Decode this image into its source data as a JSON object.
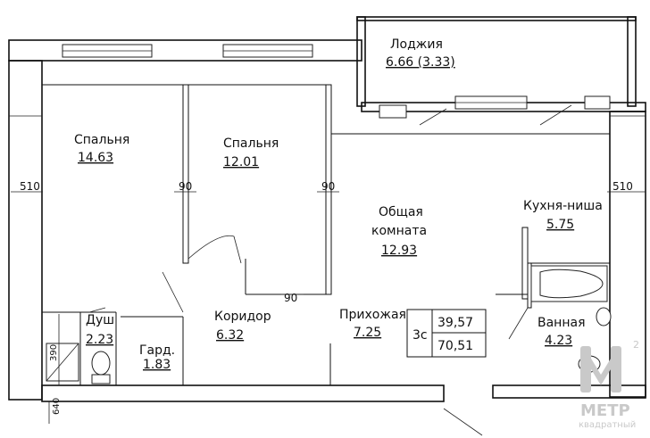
{
  "rooms": {
    "loggia": {
      "name": "Лоджия",
      "area": "6.66 (3.33)"
    },
    "bedroom1": {
      "name": "Спальня",
      "area": "14.63"
    },
    "bedroom2": {
      "name": "Спальня",
      "area": "12.01"
    },
    "living": {
      "name_line1": "Общая",
      "name_line2": "комната",
      "area": "12.93"
    },
    "kitchen": {
      "name": "Кухня-ниша",
      "area": "5.75"
    },
    "corridor": {
      "name": "Коридор",
      "area": "6.32"
    },
    "hall": {
      "name": "Прихожая",
      "area": "7.25"
    },
    "bathroom": {
      "name": "Ванная",
      "area": "4.23"
    },
    "shower": {
      "name": "Душ",
      "area": "2.23"
    },
    "wardrobe": {
      "name": "Гард.",
      "area": "1.83"
    }
  },
  "summary": {
    "type": "3с",
    "living_area": "39,57",
    "total_area": "70,51"
  },
  "dimensions": {
    "left_wall": "510",
    "right_wall": "510",
    "partition1": "90",
    "partition2": "90",
    "partition_bottom": "90",
    "shower_wall": "390",
    "bottom_left": "640"
  },
  "watermark": {
    "brand": "МЕТР",
    "tagline": "квадратный",
    "superscript": "2"
  }
}
